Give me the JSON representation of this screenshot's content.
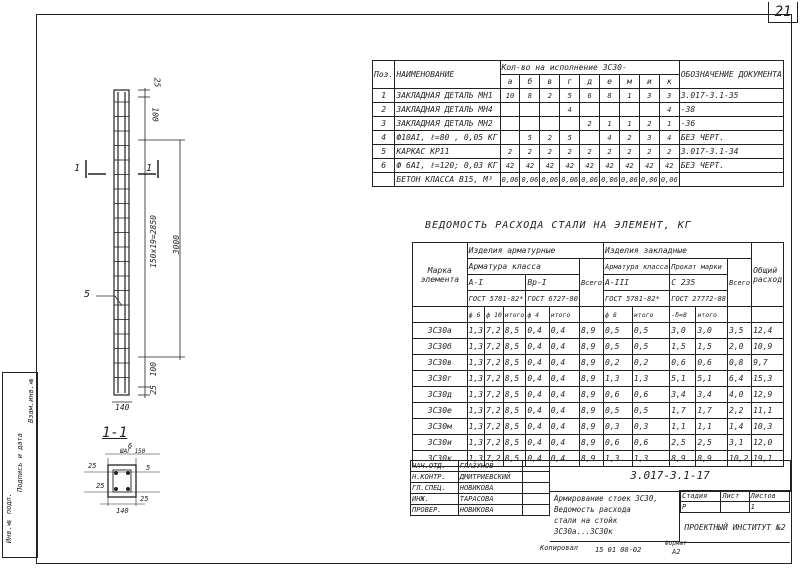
{
  "sheet_number": "21",
  "spec": {
    "headers": {
      "pos": "Поз.",
      "name": "НАИМЕНОВАНИЕ",
      "qty": "Кол-во на исполнение 3С30-",
      "designation": "ОБОЗНАЧЕНИЕ ДОКУМЕНТА"
    },
    "variants": [
      "а",
      "б",
      "в",
      "г",
      "д",
      "е",
      "м",
      "и",
      "к"
    ],
    "rows": [
      {
        "pos": "1",
        "name": "ЗАКЛАДНАЯ ДЕТАЛЬ МН1",
        "q": [
          "10",
          "8",
          "2",
          "5",
          "6",
          "8",
          "1",
          "3",
          "3"
        ],
        "doc": "3.017-3.1-35"
      },
      {
        "pos": "2",
        "name": "ЗАКЛАДНАЯ ДЕТАЛЬ МН4",
        "q": [
          "",
          "",
          "",
          "4",
          "",
          "",
          "",
          "",
          "4"
        ],
        "doc": "-38"
      },
      {
        "pos": "3",
        "name": "ЗАКЛАДНАЯ ДЕТАЛЬ МН2",
        "q": [
          "",
          "",
          "",
          "",
          "2",
          "1",
          "1",
          "2",
          "1"
        ],
        "doc": "-36"
      },
      {
        "pos": "4",
        "name": "Ф10АI, ℓ=80 , 0,05 КГ",
        "q": [
          "",
          "5",
          "2",
          "5",
          "",
          "4",
          "2",
          "3",
          "4"
        ],
        "doc": "БЕЗ ЧЕРТ."
      },
      {
        "pos": "5",
        "name": "КАРКАС КР11",
        "q": [
          "2",
          "2",
          "2",
          "2",
          "2",
          "2",
          "2",
          "2",
          "2"
        ],
        "doc": "3.017-3.1-34"
      },
      {
        "pos": "6",
        "name": "Ф 6АI, ℓ=120; 0,03 КГ",
        "q": [
          "42",
          "42",
          "42",
          "42",
          "42",
          "42",
          "42",
          "42",
          "42"
        ],
        "doc": "БЕЗ ЧЕРТ."
      },
      {
        "pos": "",
        "name": "БЕТОН КЛАССА В15, М³",
        "q": [
          "0,06",
          "0,06",
          "0,06",
          "0,06",
          "0,06",
          "0,06",
          "0,06",
          "0,06",
          "0,06"
        ],
        "doc": ""
      }
    ]
  },
  "steel": {
    "title": "ВЕДОМОСТЬ РАСХОДА СТАЛИ НА ЭЛЕМЕНТ, КГ",
    "h_mark": "Марка элемента",
    "h_arm": "Изделия арматурные",
    "h_zakl": "Изделия закладные",
    "h_arm_class": "Арматура класса",
    "h_a1": "А-I",
    "h_vr1": "Вр-I",
    "h_gost1": "ГОСТ 5781-82*",
    "h_gost2": "ГОСТ 6727-80",
    "h_vsego": "Всего",
    "h_zarm": "Арматура класса",
    "h_z_a3": "А-III",
    "h_z_gost": "ГОСТ 5781-82*",
    "h_prokat": "Прокат марки",
    "h_c235": "С 235",
    "h_gost3": "ГОСТ 27772-88",
    "h_total": "Общий расход",
    "sub": [
      "ф 6",
      "ф 10",
      "итого",
      "ф 4",
      "итого",
      "",
      "ф 8",
      "итого",
      "-δ=8",
      "итого",
      "",
      ""
    ],
    "rows": [
      {
        "mark": "3С30а",
        "v": [
          "1,3",
          "7,2",
          "8,5",
          "0,4",
          "0,4",
          "8,9",
          "0,5",
          "0,5",
          "3,0",
          "3,0",
          "3,5",
          "12,4"
        ]
      },
      {
        "mark": "3С30б",
        "v": [
          "1,3",
          "7,2",
          "8,5",
          "0,4",
          "0,4",
          "8,9",
          "0,5",
          "0,5",
          "1,5",
          "1,5",
          "2,0",
          "10,9"
        ]
      },
      {
        "mark": "3С30в",
        "v": [
          "1,3",
          "7,2",
          "8,5",
          "0,4",
          "0,4",
          "8,9",
          "0,2",
          "0,2",
          "0,6",
          "0,6",
          "0,8",
          "9,7"
        ]
      },
      {
        "mark": "3С30г",
        "v": [
          "1,3",
          "7,2",
          "8,5",
          "0,4",
          "0,4",
          "8,9",
          "1,3",
          "1,3",
          "5,1",
          "5,1",
          "6,4",
          "15,3"
        ]
      },
      {
        "mark": "3С30д",
        "v": [
          "1,3",
          "7,2",
          "8,5",
          "0,4",
          "0,4",
          "8,9",
          "0,6",
          "0,6",
          "3,4",
          "3,4",
          "4,0",
          "12,9"
        ]
      },
      {
        "mark": "3С30е",
        "v": [
          "1,3",
          "7,2",
          "8,5",
          "0,4",
          "0,4",
          "8,9",
          "0,5",
          "0,5",
          "1,7",
          "1,7",
          "2,2",
          "11,1"
        ]
      },
      {
        "mark": "3С30м",
        "v": [
          "1,3",
          "7,2",
          "8,5",
          "0,4",
          "0,4",
          "8,9",
          "0,3",
          "0,3",
          "1,1",
          "1,1",
          "1,4",
          "10,3"
        ]
      },
      {
        "mark": "3С30и",
        "v": [
          "1,3",
          "7,2",
          "8,5",
          "0,4",
          "0,4",
          "8,9",
          "0,6",
          "0,6",
          "2,5",
          "2,5",
          "3,1",
          "12,0"
        ]
      },
      {
        "mark": "3С30к",
        "v": [
          "1,3",
          "7,2",
          "8,5",
          "0,4",
          "0,4",
          "8,9",
          "1,3",
          "1,3",
          "8,9",
          "8,9",
          "10,2",
          "19,1"
        ]
      }
    ]
  },
  "drawing": {
    "dim_25_top": "25",
    "dim_100_top": "100",
    "dim_main": "150х19=2850",
    "dim_total": "3000",
    "dim_100_bot": "100",
    "dim_25_bot": "25",
    "dim_140": "140",
    "pos_label": "5",
    "section_mark": "1",
    "section_title": "1-1",
    "sec_6": "6",
    "sec_mark_label": "ШАГ 150",
    "sec_5": "5",
    "sec_25a": "25",
    "sec_25b": "25",
    "sec_140": "140",
    "sec_25c": "25"
  },
  "title_block": {
    "code": "3.017-3.1-17",
    "people": [
      {
        "role": "НАЧ.ОТД.",
        "name": "ГЛАЗУНОВ"
      },
      {
        "role": "Н.КОНТР.",
        "name": "ДМИТРИЕВСКИЙ"
      },
      {
        "role": "ГЛ.СПЕЦ.",
        "name": "НОВИКОВА"
      },
      {
        "role": "ИНЖ.",
        "name": "ТАРАСОВА"
      },
      {
        "role": "ПРОВЕР.",
        "name": "НОВИКОВА"
      }
    ],
    "desc1": "Армирование стоек 3С30,",
    "desc2": "Ведомость расхода",
    "desc3": "стали на стойк",
    "desc4": "3С30а...3С30к",
    "stage_h": "Стадия",
    "sheet_h": "Лист",
    "sheets_h": "Листов",
    "stage": "Р",
    "sheet": "",
    "sheets": "1",
    "org": "ПРОЕКТНЫЙ ИНСТИТУТ №2",
    "copied": "Копировал",
    "format_h": "Формат",
    "format": "А2",
    "date": "15 01 08-02"
  },
  "margin": {
    "inv": "Инв.№ подл.",
    "sign": "Подпись и дата",
    "vzam": "Взам.инв.№"
  }
}
